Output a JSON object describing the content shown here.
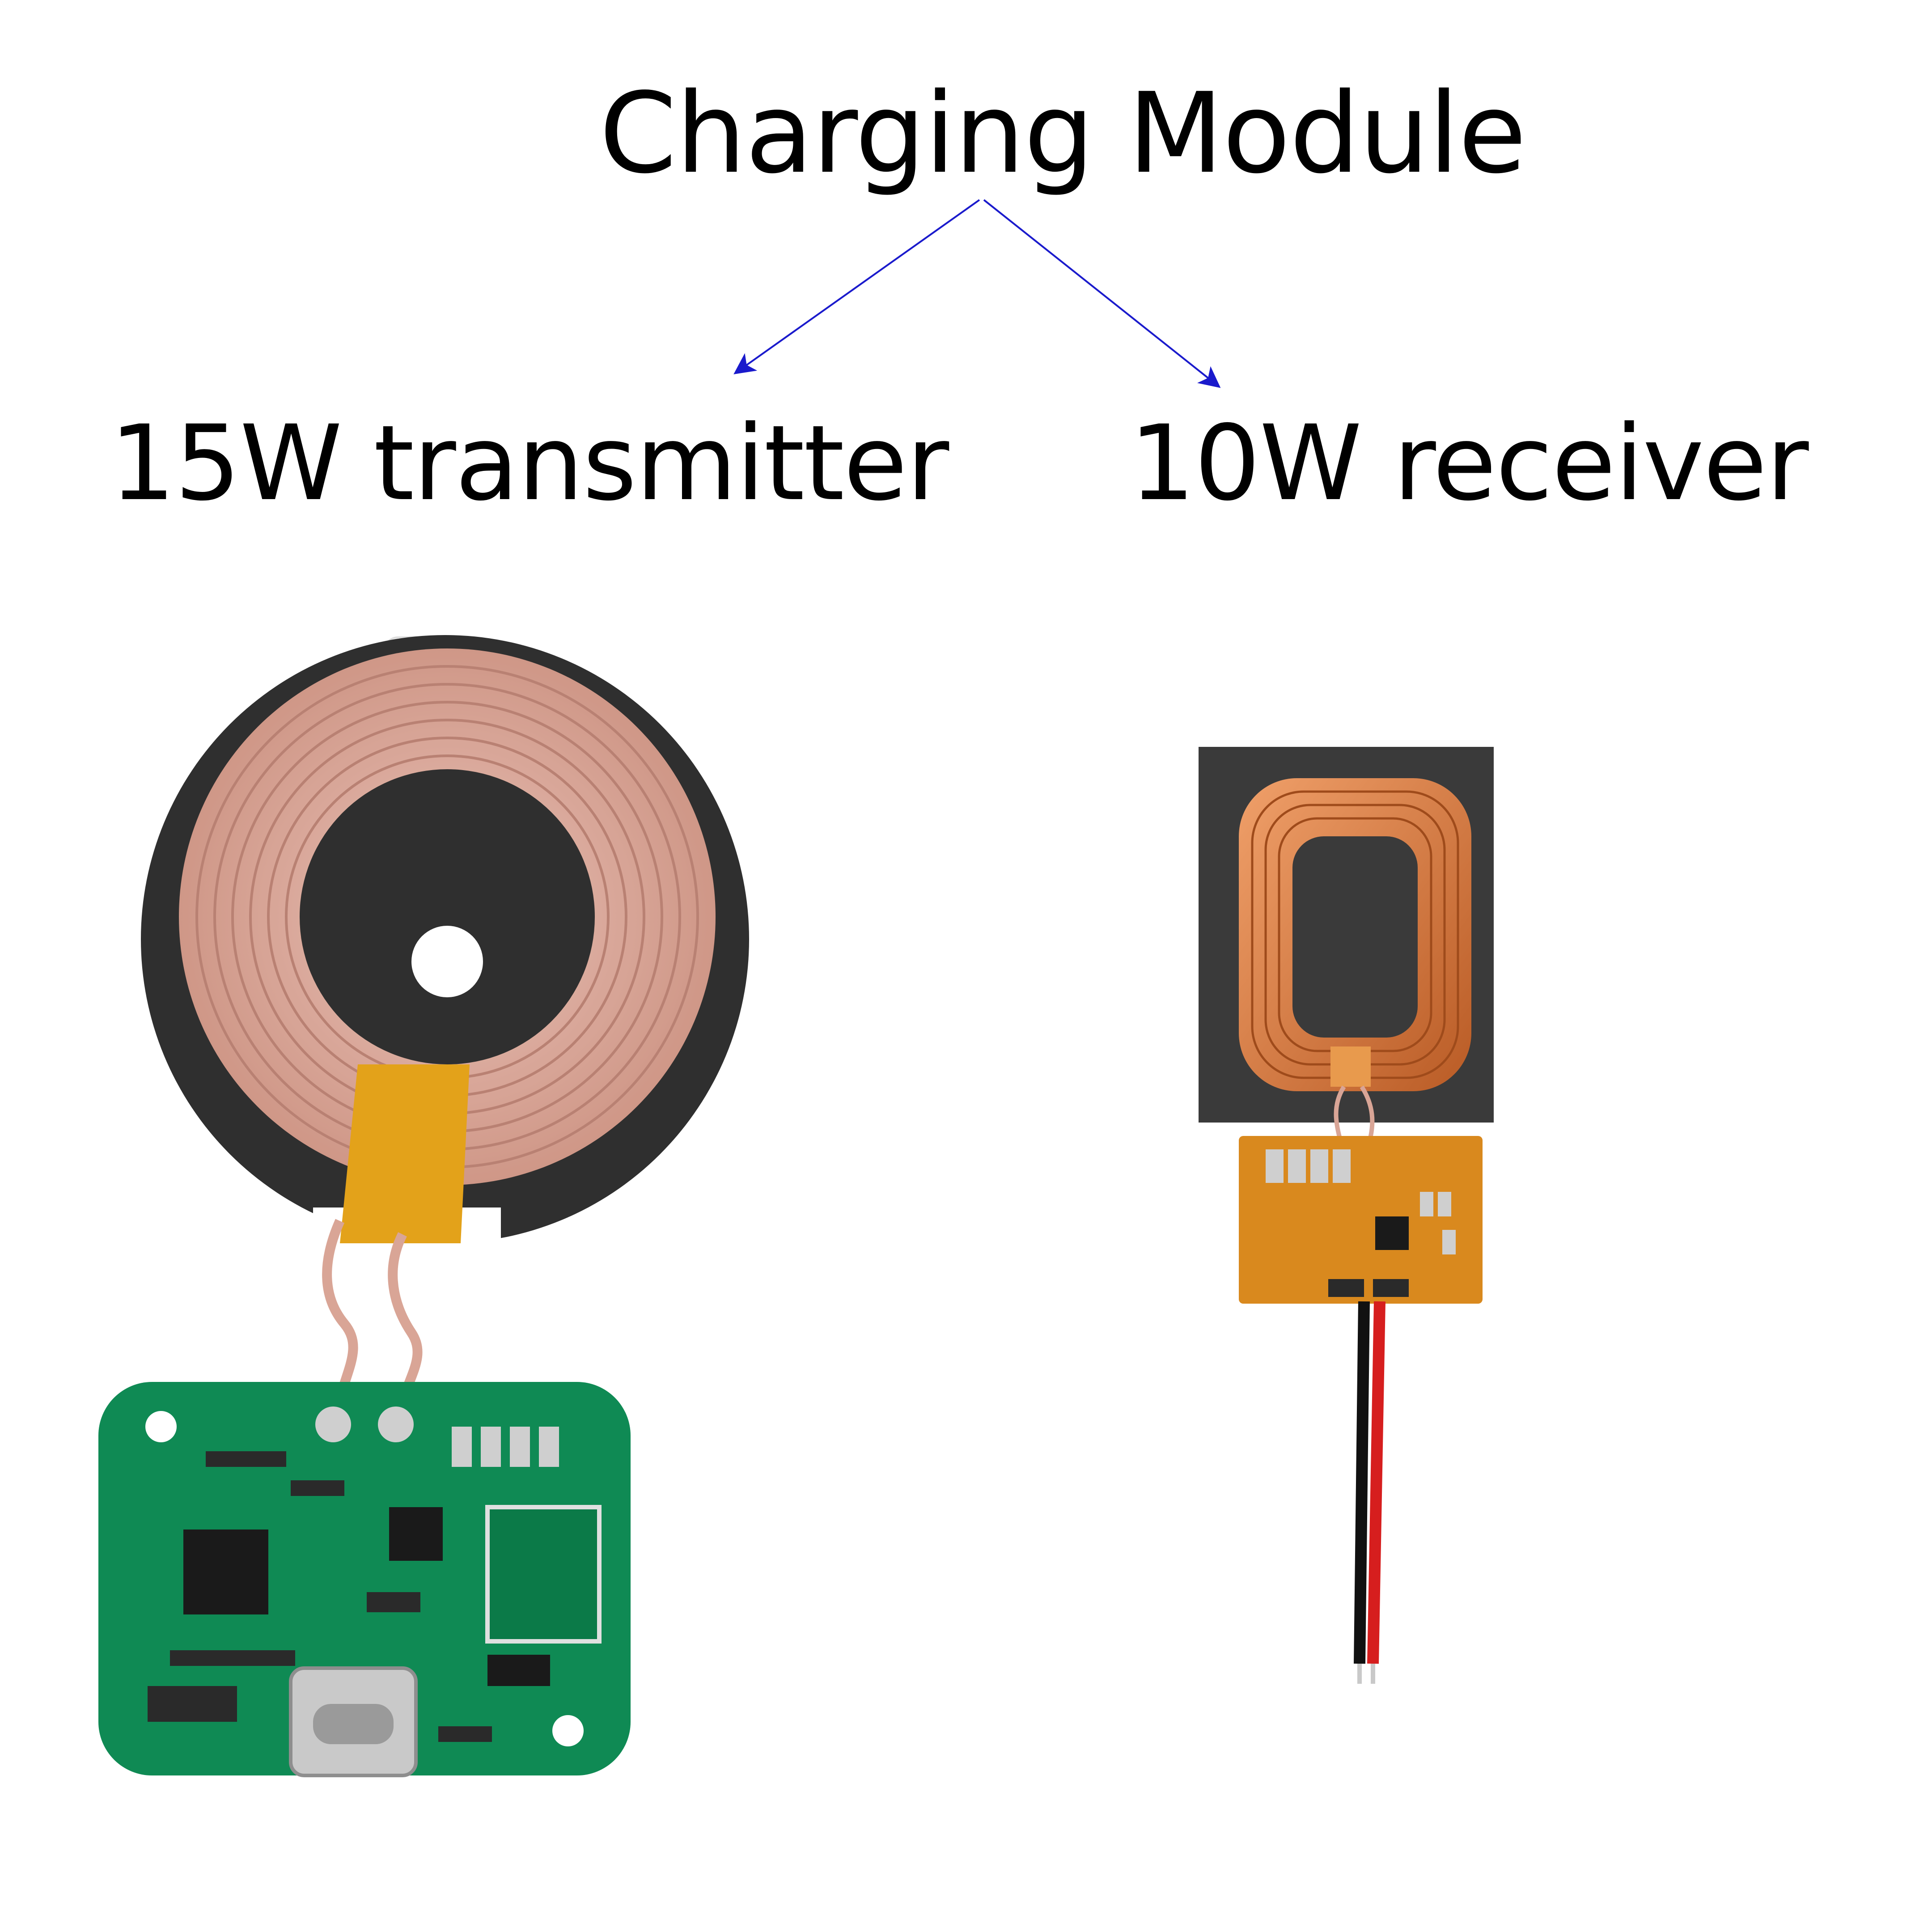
{
  "title": "Charging Module",
  "left": {
    "label": "15W transmitter"
  },
  "right": {
    "label": "10W receiver"
  },
  "colors": {
    "arrow": "#1a1acc",
    "pcb_green": "#0f8a54",
    "pcb_orange": "#d9891e",
    "ferrite": "#2f2f2f",
    "copper_left": "#d9a596",
    "copper_right": "#d27a3d",
    "kapton": "#e3a21a"
  },
  "icons": {
    "transmitter": "wireless-transmitter-coil-pcb",
    "receiver": "wireless-receiver-coil-pcb"
  }
}
